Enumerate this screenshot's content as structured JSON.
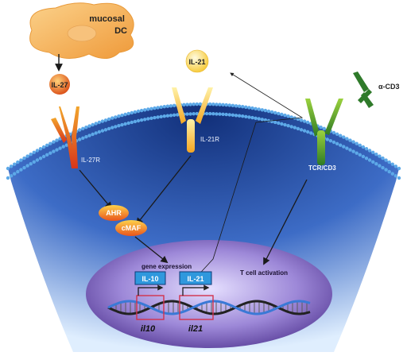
{
  "cells": {
    "dc": "mucosal\nDC",
    "il27_ligand": "IL-27",
    "il21_ligand": "IL-21",
    "acd3": "α-CD3"
  },
  "receptors": {
    "il27r": "IL-27R",
    "il21r": "IL-21R",
    "tcr": "TCR/CD3"
  },
  "factors": {
    "ahr": "AHR",
    "cmaf": "cMAF"
  },
  "nucleus": {
    "gene_expression": "gene expression",
    "t_cell_activation": "T cell activation",
    "box_il10": "IL-10",
    "box_il21": "IL-21",
    "gene_il10": "il10",
    "gene_il21": "il21"
  },
  "colors": {
    "cell_dark": "#1c3a8c",
    "cell_light": "#bcd8f2",
    "membrane": "#5da9e8",
    "nucleus": "#5a3e98",
    "dc_fill": "#f3b35a",
    "il27_fill": "#e66a1c",
    "il21_fill": "#ffe46a",
    "tcr_fill": "#4f9a2d",
    "gene_box_fill": "#2f98dd",
    "gene_highlight": "#d2324c"
  }
}
